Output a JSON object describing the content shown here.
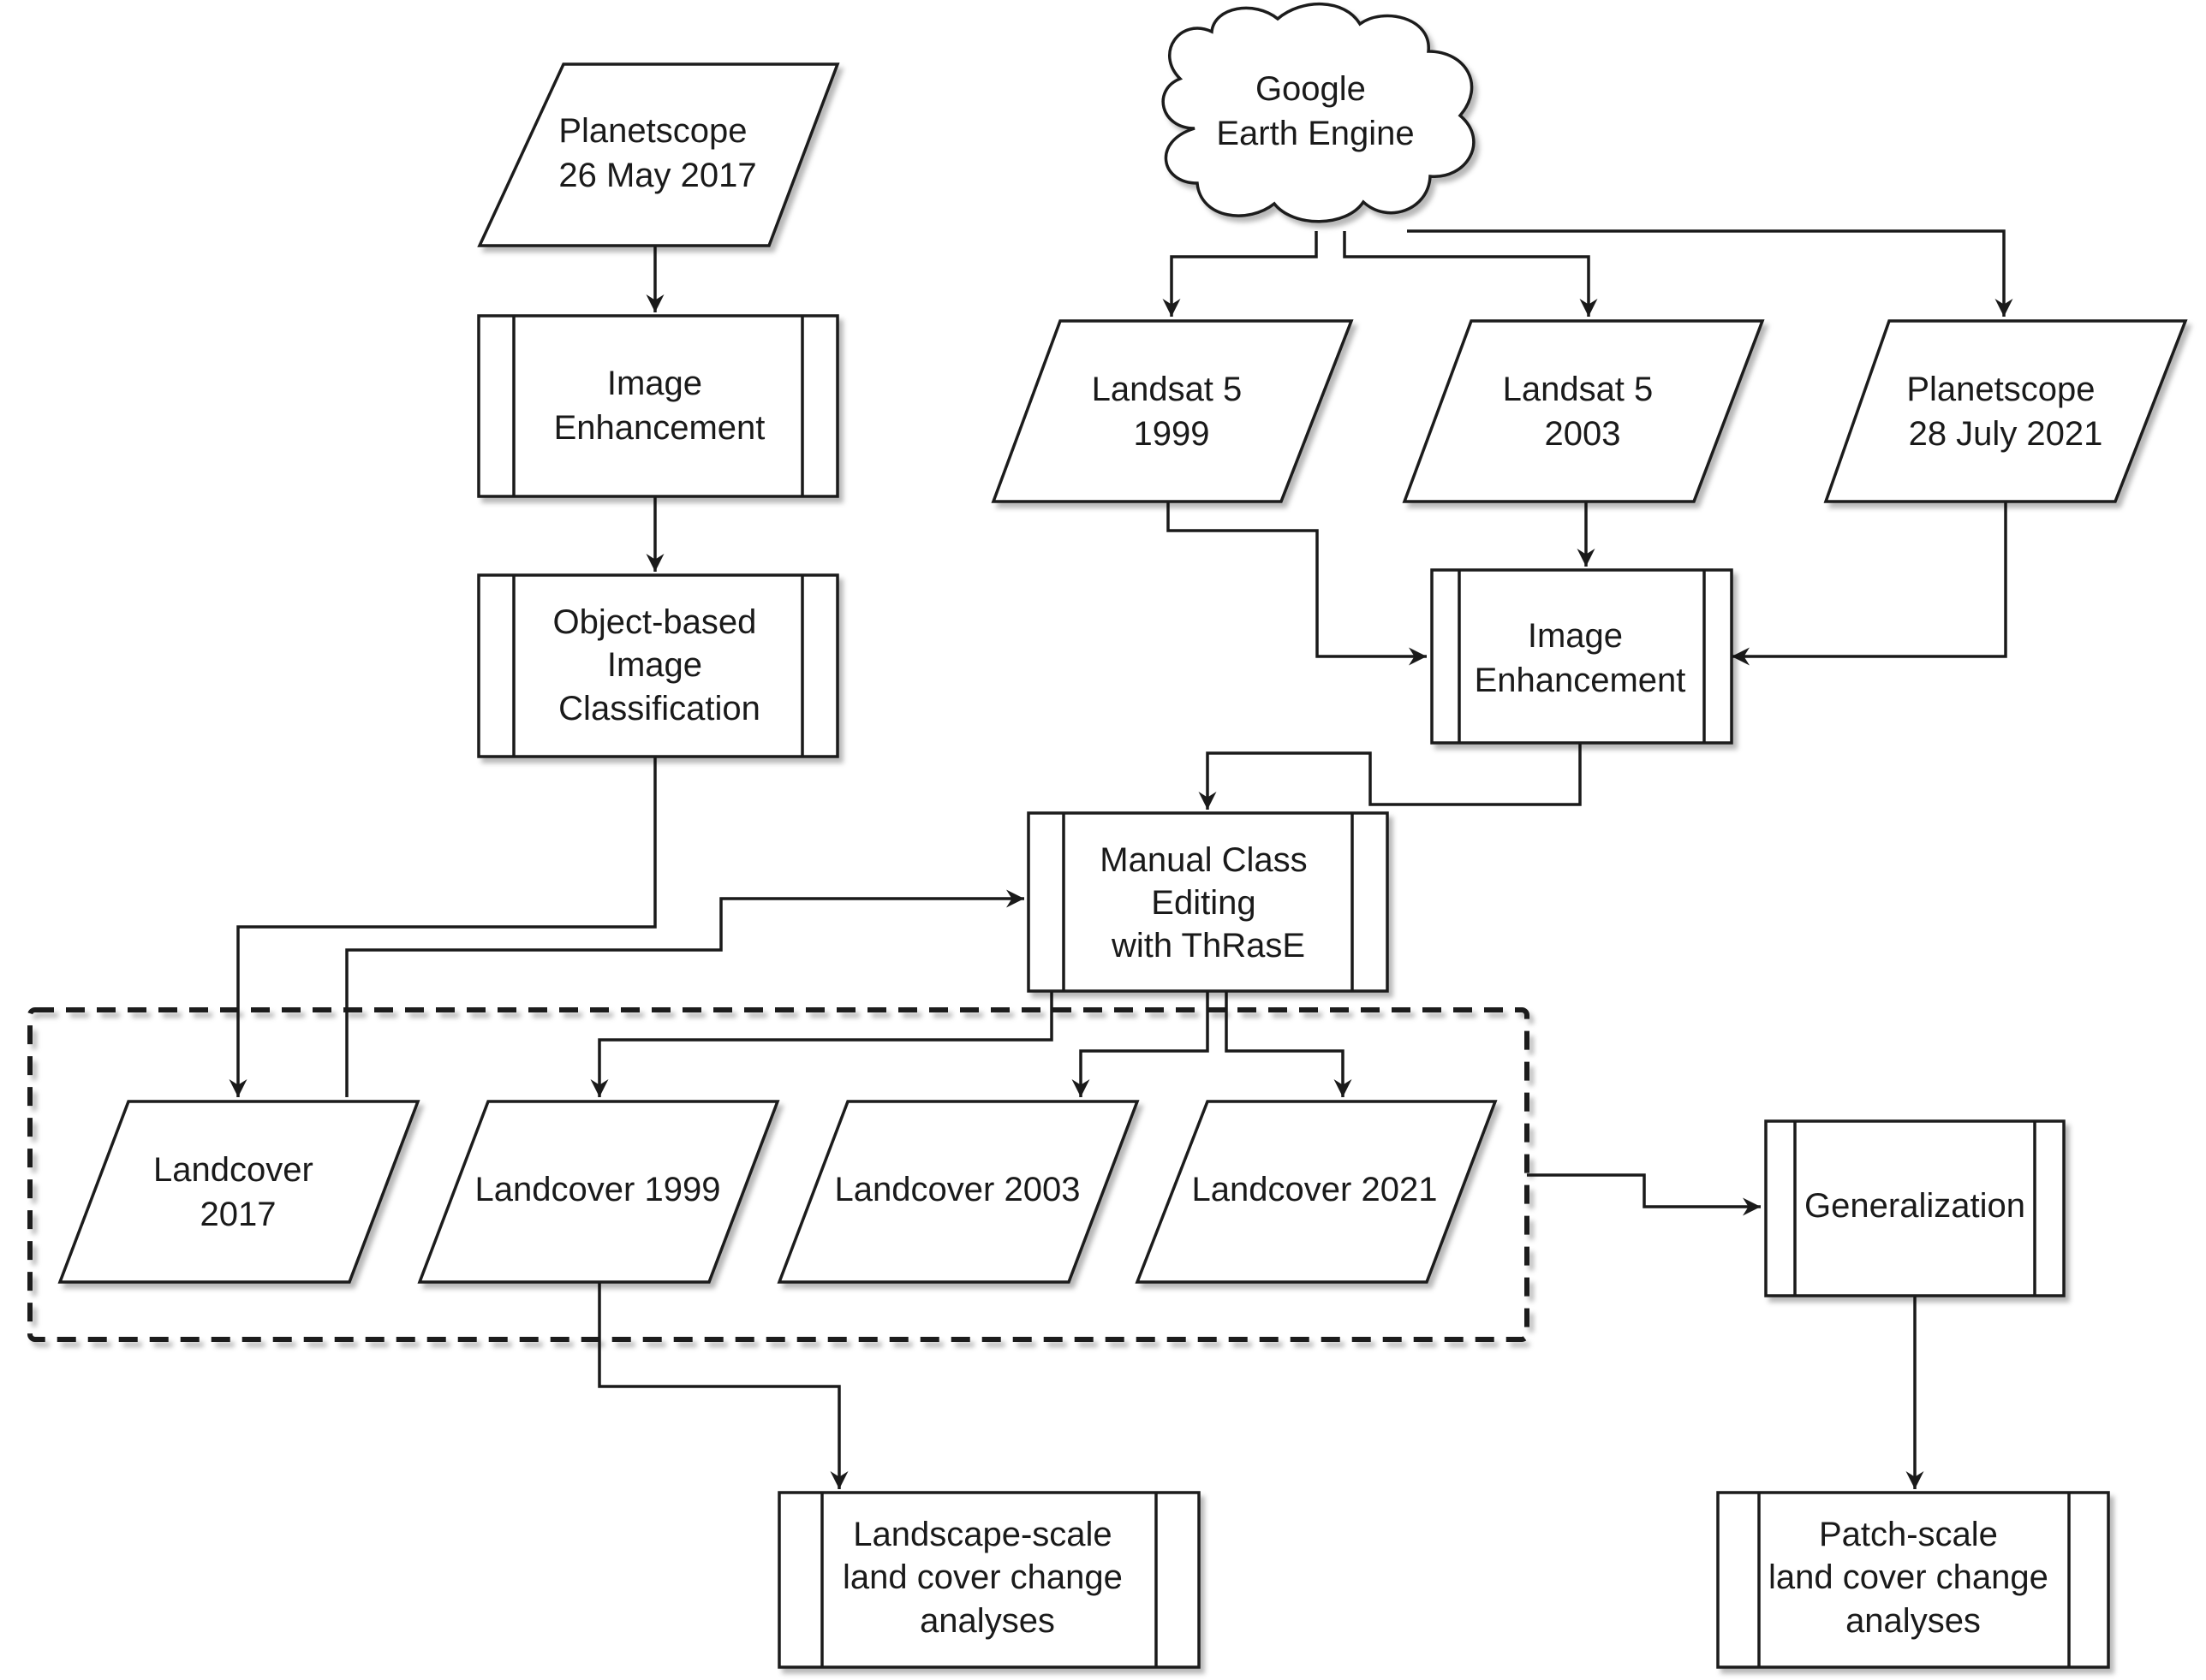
{
  "nodes": {
    "gee": [
      "Google",
      "Earth Engine"
    ],
    "ps2017": [
      "Planetscope",
      "26 May 2017"
    ],
    "enh_left": [
      "Image",
      "Enhancement"
    ],
    "obia": [
      "Object-based",
      "Image",
      "Classification"
    ],
    "ls1999": [
      "Landsat 5",
      "1999"
    ],
    "ls2003": [
      "Landsat 5",
      "2003"
    ],
    "ps2021": [
      "Planetscope",
      "28 July 2021"
    ],
    "enh_right": [
      "Image",
      "Enhancement"
    ],
    "manual": [
      "Manual Class",
      "Editing",
      "with ThRasE"
    ],
    "lc2017": [
      "Landcover",
      "2017"
    ],
    "lc1999": [
      "Landcover 1999"
    ],
    "lc2003": [
      "Landcover 2003"
    ],
    "lc2021": [
      "Landcover 2021"
    ],
    "generalization": [
      "Generalization"
    ],
    "landscape": [
      "Landscape-scale",
      "land cover change",
      "analyses"
    ],
    "patch": [
      "Patch-scale",
      "land cover change",
      "analyses"
    ]
  },
  "edges": [
    [
      "ps2017",
      "enh_left"
    ],
    [
      "enh_left",
      "obia"
    ],
    [
      "obia",
      "lc2017"
    ],
    [
      "lc2017",
      "manual"
    ],
    [
      "gee",
      "ls1999"
    ],
    [
      "gee",
      "ls2003"
    ],
    [
      "gee",
      "ps2021"
    ],
    [
      "ls1999",
      "enh_right"
    ],
    [
      "ls2003",
      "enh_right"
    ],
    [
      "ps2021",
      "enh_right"
    ],
    [
      "enh_right",
      "manual"
    ],
    [
      "manual",
      "lc1999"
    ],
    [
      "manual",
      "lc2003"
    ],
    [
      "manual",
      "lc2021"
    ],
    [
      "landcover-group",
      "generalization"
    ],
    [
      "generalization",
      "patch"
    ],
    [
      "lc1999",
      "landscape"
    ]
  ],
  "colors": {
    "stroke": "#1a1a1a",
    "fill": "#ffffff",
    "background": "#ffffff"
  }
}
